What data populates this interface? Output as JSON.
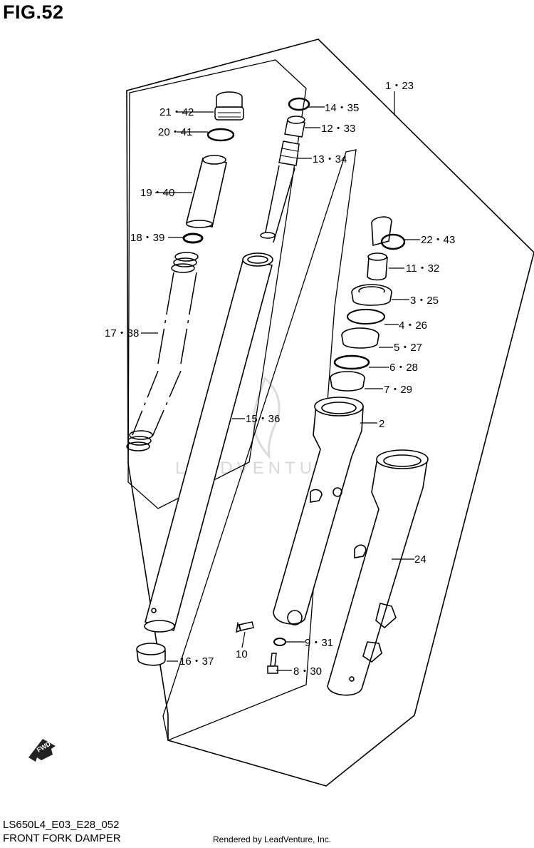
{
  "figure": {
    "title": "FIG.52",
    "model_code": "LS650L4_E03_E28_052",
    "name": "FRONT FORK DAMPER",
    "rendered_by": "Rendered by LeadVenture, Inc.",
    "watermark": "LEADVENTURE"
  },
  "direction_badge": "FWD",
  "callouts": [
    {
      "id": "c-1-23",
      "text": "1・23"
    },
    {
      "id": "c-21-42",
      "text": "21・42"
    },
    {
      "id": "c-14-35",
      "text": "14・35"
    },
    {
      "id": "c-20-41",
      "text": "20・41"
    },
    {
      "id": "c-12-33",
      "text": "12・33"
    },
    {
      "id": "c-13-34",
      "text": "13・34"
    },
    {
      "id": "c-19-40",
      "text": "19・40"
    },
    {
      "id": "c-18-39",
      "text": "18・39"
    },
    {
      "id": "c-22-43",
      "text": "22・43"
    },
    {
      "id": "c-11-32",
      "text": "11・32"
    },
    {
      "id": "c-3-25",
      "text": "3・25"
    },
    {
      "id": "c-4-26",
      "text": "4・26"
    },
    {
      "id": "c-17-38",
      "text": "17・38"
    },
    {
      "id": "c-5-27",
      "text": "5・27"
    },
    {
      "id": "c-6-28",
      "text": "6・28"
    },
    {
      "id": "c-7-29",
      "text": "7・29"
    },
    {
      "id": "c-15-36",
      "text": "15・36"
    },
    {
      "id": "c-2",
      "text": "2"
    },
    {
      "id": "c-24",
      "text": "24"
    },
    {
      "id": "c-9-31",
      "text": "9・31"
    },
    {
      "id": "c-10",
      "text": "10"
    },
    {
      "id": "c-16-37",
      "text": "16・37"
    },
    {
      "id": "c-8-30",
      "text": "8・30"
    }
  ]
}
